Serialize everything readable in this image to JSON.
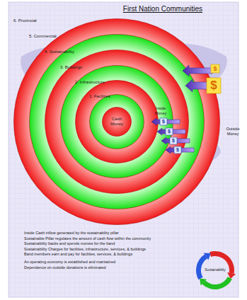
{
  "diagram": {
    "title": "First Nation Communities",
    "nodes": [
      {
        "text": [
          "6. Provincial"
        ]
      },
      {
        "text": [
          "5. Commercial"
        ],
        "in": 0
      },
      {
        "text": [
          "4. Sustainability"
        ],
        "in": 1
      },
      {
        "text": [
          "3. Buildings"
        ],
        "in": 2
      },
      {
        "text": [
          "2. Infrastructure"
        ],
        "in": 3
      },
      {
        "text": [
          "1. Facilities"
        ],
        "in": 4
      },
      {
        "text": [
          "Cash Money"
        ],
        "in": 5
      },
      {
        "text": [
          "Sustainability"
        ]
      }
    ],
    "labels": [
      "Inside Money",
      "Outside Money",
      "$",
      "$",
      "$",
      "$",
      "$",
      "$",
      "Inside Cash inflow generated by the sustainability pillar",
      "Sustainable Pillar regulates the amount of cash flow within the community",
      "Sustainability backs and spends monies for the band",
      "Sustainability Charges for facilities, infrastructure, services, & buildings",
      "Band members earn and pay for facilities, services, & buildings",
      "An operating economy is established and maintained",
      "Dependence on outside donations is eliminated"
    ]
  }
}
